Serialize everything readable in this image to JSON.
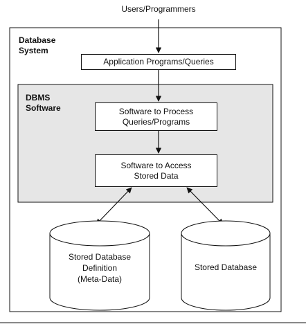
{
  "top_label": "Users/Programmers",
  "database_system": {
    "title_line1": "Database",
    "title_line2": "System"
  },
  "app_box": {
    "label": "Application Programs/Queries"
  },
  "dbms": {
    "title_line1": "DBMS",
    "title_line2": "Software"
  },
  "process_box": {
    "line1": "Software to Process",
    "line2": "Queries/Programs"
  },
  "access_box": {
    "line1": "Software to Access",
    "line2": "Stored Data"
  },
  "stored_definition": {
    "line1": "Stored Database",
    "line2": "Definition",
    "line3": "(Meta-Data)"
  },
  "stored_database": {
    "label": "Stored Database"
  },
  "colors": {
    "dbms_fill": "#e6e6e6",
    "line": "#111111"
  }
}
